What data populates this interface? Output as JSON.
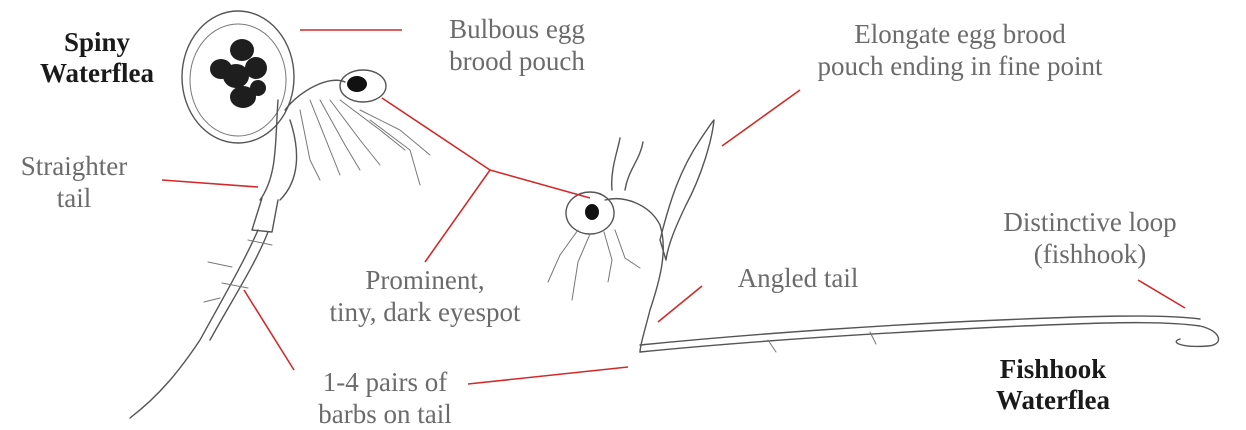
{
  "titles": {
    "spiny": [
      "Spiny",
      "Waterflea"
    ],
    "fishhook": [
      "Fishhook",
      "Waterflea"
    ]
  },
  "labels": {
    "bulbous": [
      "Bulbous egg",
      "brood pouch"
    ],
    "elongate": [
      "Elongate egg brood",
      "pouch ending in fine point"
    ],
    "straighter": [
      "Straighter",
      "tail"
    ],
    "distinctive": [
      "Distinctive loop",
      "(fishhook)"
    ],
    "prominent": [
      "Prominent,",
      "tiny, dark eyespot"
    ],
    "angled": [
      "Angled tail"
    ],
    "barbs": [
      "1-4 pairs of",
      "barbs on tail"
    ]
  },
  "colors": {
    "leader_lines": "#d22a2a",
    "label_text": "#6b6b6b",
    "title_text": "#1a1a1a"
  }
}
